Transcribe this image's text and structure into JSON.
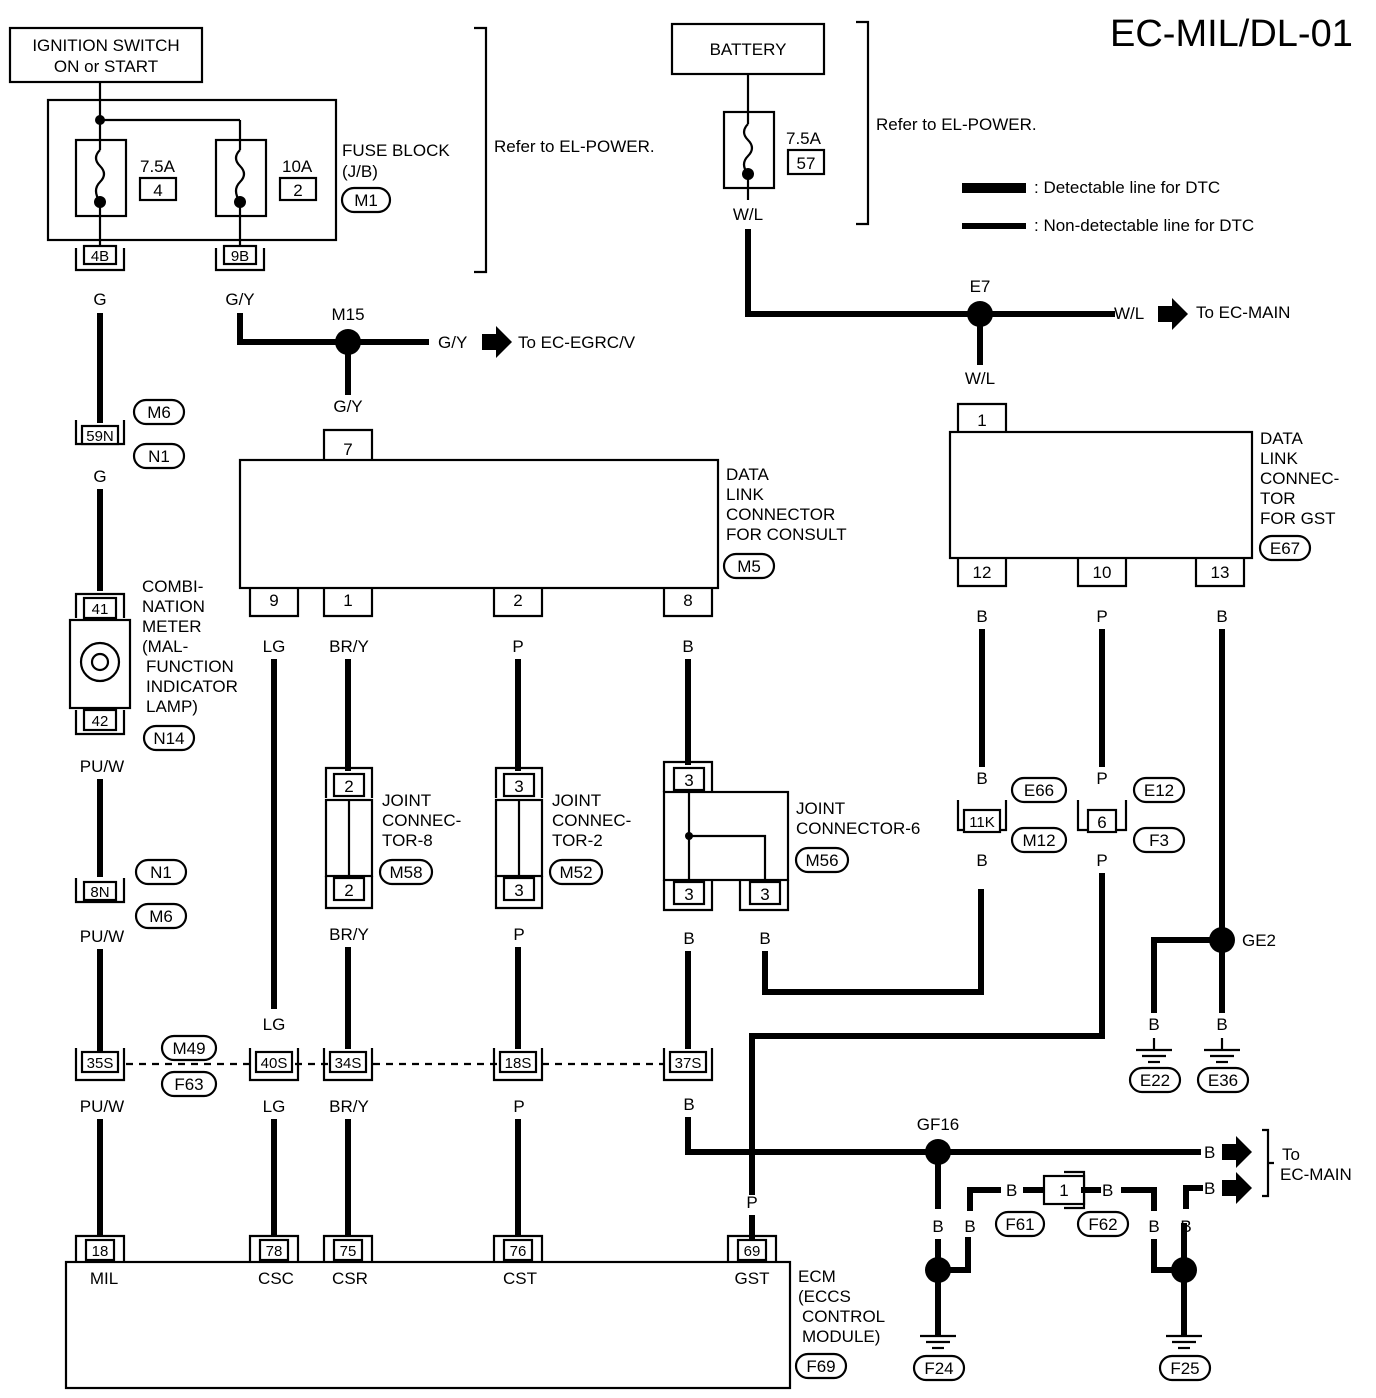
{
  "title": "EC-MIL/DL-01",
  "legend": {
    "detectable": ": Detectable line for DTC",
    "non_detectable": ": Non-detectable line for DTC"
  },
  "refer_power": "Refer to EL-POWER.",
  "components": {
    "ignition": [
      "IGNITION SWITCH",
      "ON or START"
    ],
    "battery": "BATTERY",
    "fuse_block": [
      "FUSE BLOCK",
      "(J/B)"
    ],
    "fuse_left": {
      "amp": "7.5A",
      "num": "4"
    },
    "fuse_right": {
      "amp": "10A",
      "num": "2"
    },
    "fuse_battery": {
      "amp": "7.5A",
      "num": "57"
    },
    "dlc_consult": [
      "DATA",
      "LINK",
      "CONNECTOR",
      "FOR CONSULT"
    ],
    "dlc_gst": [
      "DATA",
      "LINK",
      "CONNEC-",
      "TOR",
      "FOR GST"
    ],
    "combination_meter": [
      "COMBI-",
      "NATION",
      "METER",
      "(MAL-",
      "FUNCTION",
      "INDICATOR",
      "LAMP)"
    ],
    "joint8": [
      "JOINT",
      "CONNEC-",
      "TOR-8"
    ],
    "joint2": [
      "JOINT",
      "CONNEC-",
      "TOR-2"
    ],
    "joint6": [
      "JOINT",
      "CONNECTOR-6"
    ],
    "ecm": [
      "ECM",
      "(ECCS",
      "CONTROL",
      "MODULE)"
    ],
    "to_ec_main": [
      "To",
      "EC-MAIN"
    ]
  },
  "references": {
    "to_egrcv": "To EC-EGRC/V",
    "to_main": "To EC-MAIN"
  },
  "connector_ids": {
    "m1": "M1",
    "m6_top": "M6",
    "n1_top": "N1",
    "n14": "N14",
    "n1_bot": "N1",
    "m6_bot": "M6",
    "m49": "M49",
    "f63": "F63",
    "m5": "M5",
    "m58": "M58",
    "m52": "M52",
    "m56": "M56",
    "e67": "E67",
    "e66": "E66",
    "m12": "M12",
    "e12": "E12",
    "f3": "F3",
    "e22": "E22",
    "e36": "E36",
    "f61": "F61",
    "f62": "F62",
    "f69": "F69",
    "f24": "F24",
    "f25": "F25"
  },
  "terminals": {
    "t4b": "4B",
    "t9b": "9B",
    "t59n": "59N",
    "t41": "41",
    "t42": "42",
    "t8n": "8N",
    "t35s": "35S",
    "t40s": "40S",
    "t34s": "34S",
    "t18s": "18S",
    "t37s": "37S",
    "t7": "7",
    "t9": "9",
    "t1": "1",
    "t2": "2",
    "t8": "8",
    "j8a": "2",
    "j8b": "2",
    "j2a": "3",
    "j2b": "3",
    "j6a": "3",
    "j6b": "3",
    "j6c": "3",
    "g1": "1",
    "g12": "12",
    "g10": "10",
    "g13": "13",
    "t11k": "11K",
    "t6": "6",
    "tf1": "1",
    "e18": "18",
    "e78": "78",
    "e75": "75",
    "e76": "76",
    "e69": "69"
  },
  "ecm_pins": {
    "mil": "MIL",
    "csc": "CSC",
    "csr": "CSR",
    "cst": "CST",
    "gst": "GST"
  },
  "junctions": {
    "m15": "M15",
    "e7": "E7",
    "ge2": "GE2",
    "gf16": "GF16"
  },
  "wire_colors": {
    "g1": "G",
    "gy1": "G/Y",
    "g2": "G",
    "puw1": "PU/W",
    "puw2": "PU/W",
    "puw3": "PU/W",
    "gy_m15": "G/Y",
    "gy_7": "G/Y",
    "lg1": "LG",
    "lg2": "LG",
    "lg3": "LG",
    "bry1": "BR/Y",
    "bry2": "BR/Y",
    "bry3": "BR/Y",
    "p1": "P",
    "p2": "P",
    "p3": "P",
    "b1": "B",
    "b2": "B",
    "b3": "B",
    "b4": "B",
    "wl1": "W/L",
    "wl2": "W/L",
    "wl3": "W/L",
    "gb12": "B",
    "gb12b": "B",
    "gb12c": "B",
    "gp10": "P",
    "gp10b": "P",
    "gp10c": "P",
    "gb13": "B",
    "be22": "B",
    "be36": "B",
    "pgst": "P",
    "b_out1": "B",
    "b_out2": "B",
    "b_gf_l": "B",
    "b_gf_l2": "B",
    "b_f61": "B",
    "b_f62": "B",
    "b_gf_r": "B",
    "b_gf_r2": "B"
  }
}
